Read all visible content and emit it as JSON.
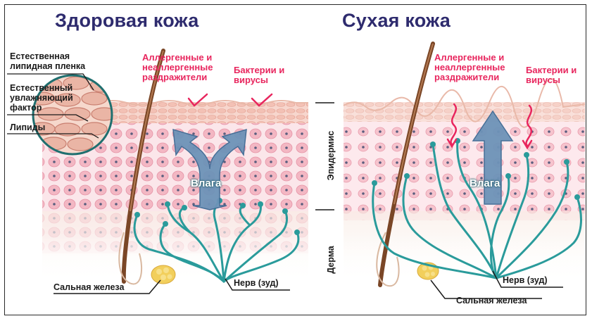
{
  "titles": {
    "healthy": "Здоровая кожа",
    "dry": "Сухая кожа"
  },
  "left_labels": {
    "lipid_film": "Естественная\nлипидная пленка",
    "moisturizing_factor": "Естественный\nувлажняющий\nфактор",
    "lipids": "Липиды"
  },
  "healthy": {
    "allergens": "Аллергенные и\nнеаллергенные\nраздражители",
    "bacteria": "Бактерии и\nвирусы",
    "moisture": "Влага",
    "sebaceous_gland": "Сальная железа",
    "nerve": "Нерв (зуд)"
  },
  "dry": {
    "allergens": "Аллергенные и\nнеаллергенные\nраздражители",
    "bacteria": "Бактерии и\nвирусы",
    "moisture": "Влага",
    "sebaceous_gland": "Сальная железа",
    "nerve": "Нерв (зуд)"
  },
  "layers": {
    "epidermis": "Эпидермис",
    "dermis": "Дерма"
  },
  "colors": {
    "title": "#2e2b6e",
    "accent_text": "#e8265e",
    "nerve": "#2a9b9b",
    "arrow": "#6d93b8",
    "cell": "#f0a9b8",
    "hair": "#7a4626",
    "gland": "#f2cf5c"
  }
}
